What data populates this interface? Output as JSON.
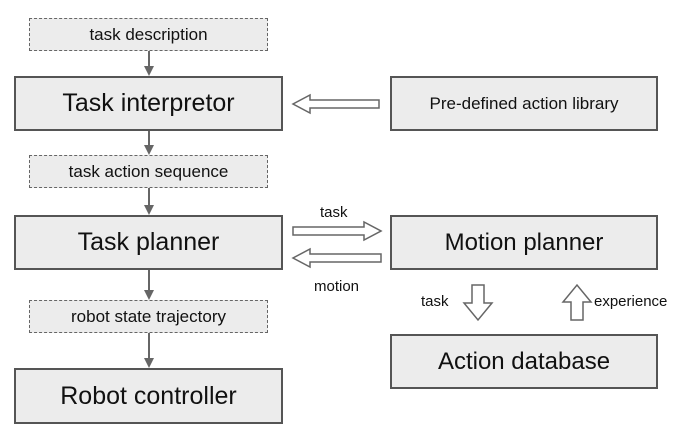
{
  "nodes": {
    "task_description": "task description",
    "task_interpretor": "Task interpretor",
    "predefined_library": "Pre-defined action library",
    "task_action_sequence": "task action sequence",
    "task_planner": "Task planner",
    "motion_planner": "Motion planner",
    "robot_state_trajectory": "robot state trajectory",
    "action_database": "Action database",
    "robot_controller": "Robot controller"
  },
  "edge_labels": {
    "task_to_motion": "task",
    "motion_to_task": "motion",
    "task_to_database": "task",
    "experience_to_motion": "experience"
  },
  "colors": {
    "box_fill": "#ececec",
    "box_border": "#555555",
    "arrow": "#666666"
  }
}
